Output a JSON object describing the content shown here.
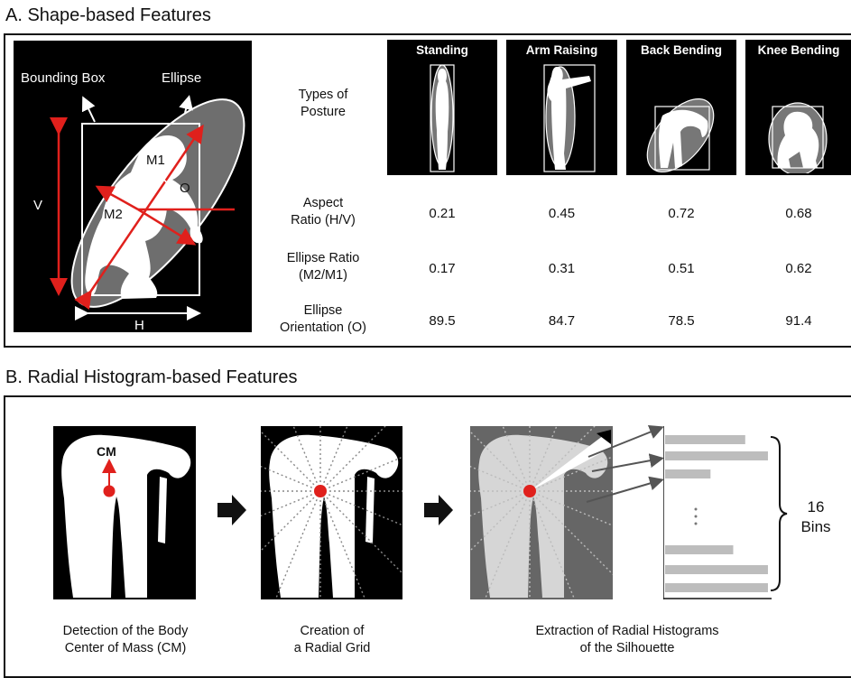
{
  "section_a": {
    "title": "A. Shape-based Features",
    "figure": {
      "bounding_box_label": "Bounding Box",
      "ellipse_label": "Ellipse",
      "m1": "M1",
      "m2": "M2",
      "o": "O",
      "v": "V",
      "h": "H"
    },
    "row_labels": {
      "types_of_posture": [
        "Types of",
        "Posture"
      ],
      "aspect_ratio": [
        "Aspect",
        "Ratio (H/V)"
      ],
      "ellipse_ratio": [
        "Ellipse Ratio",
        "(M2/M1)"
      ],
      "ellipse_orientation": [
        "Ellipse",
        "Orientation (O)"
      ]
    },
    "postures": [
      {
        "name": "Standing",
        "aspect_ratio": "0.21",
        "ellipse_ratio": "0.17",
        "orientation": "89.5"
      },
      {
        "name": "Arm Raising",
        "aspect_ratio": "0.45",
        "ellipse_ratio": "0.31",
        "orientation": "84.7"
      },
      {
        "name": "Back Bending",
        "aspect_ratio": "0.72",
        "ellipse_ratio": "0.51",
        "orientation": "78.5"
      },
      {
        "name": "Knee Bending",
        "aspect_ratio": "0.68",
        "ellipse_ratio": "0.62",
        "orientation": "91.4"
      }
    ]
  },
  "section_b": {
    "title": "B. Radial Histogram-based Features",
    "cm_label": "CM",
    "steps": [
      {
        "caption": [
          "Detection of the Body",
          "Center of Mass (CM)"
        ]
      },
      {
        "caption": [
          "Creation of",
          "a Radial Grid"
        ]
      },
      {
        "caption": [
          "Extraction of Radial Histograms",
          "of the Silhouette"
        ]
      }
    ],
    "bins_label": [
      "16",
      "Bins"
    ],
    "histogram_bars": [
      0.6,
      0.77,
      0.34,
      0.51,
      0.77,
      0.77
    ]
  },
  "colors": {
    "accent_red": "#e0201c",
    "grid_gray": "#777777",
    "bar_gray": "#bdbdbd"
  }
}
